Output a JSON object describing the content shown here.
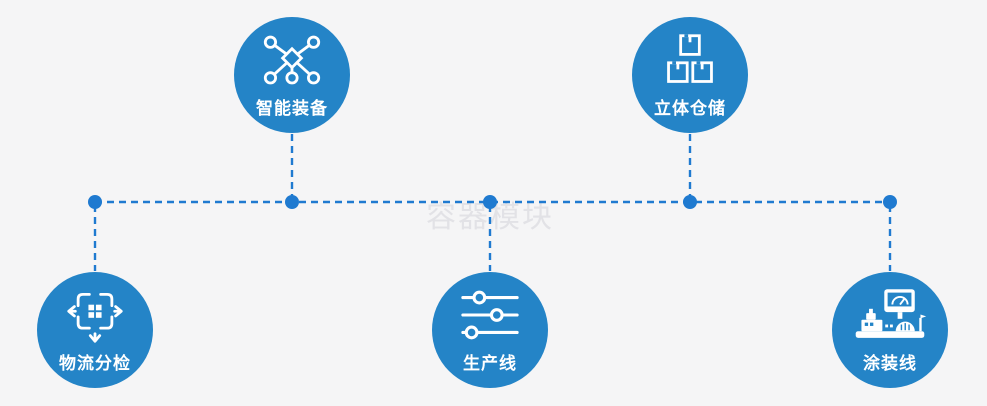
{
  "watermark": "容器模块",
  "colors": {
    "background": "#f5f5f6",
    "node_circle": "#2484c7",
    "connector_line": "#1f7ad0",
    "label_text": "#ffffff",
    "watermark_text": "#e2e2e6"
  },
  "nodes": [
    {
      "label": "智能装备",
      "icon": "network-nodes-icon"
    },
    {
      "label": "立体仓储",
      "icon": "stacked-boxes-icon"
    },
    {
      "label": "物流分检",
      "icon": "sorting-arrows-icon"
    },
    {
      "label": "生产线",
      "icon": "sliders-icon"
    },
    {
      "label": "涂装线",
      "icon": "coating-machine-icon"
    }
  ]
}
